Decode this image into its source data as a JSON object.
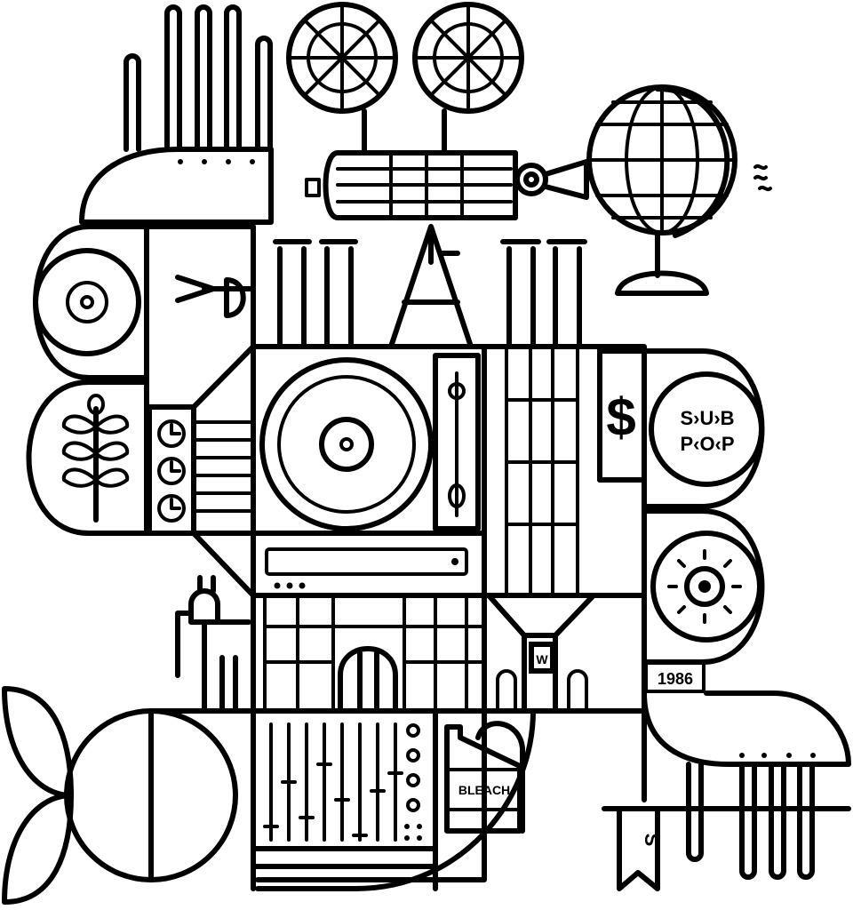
{
  "illustration": {
    "colors": {
      "line": "#000000",
      "background": "#ffffff"
    },
    "labels": {
      "dollar": "$",
      "logo_line1": "S›U›B",
      "logo_line2": "P‹O‹P",
      "year": "1986",
      "tower_letter": "W",
      "jug_label": "BLEACH",
      "ribbon_letter": "S"
    }
  }
}
